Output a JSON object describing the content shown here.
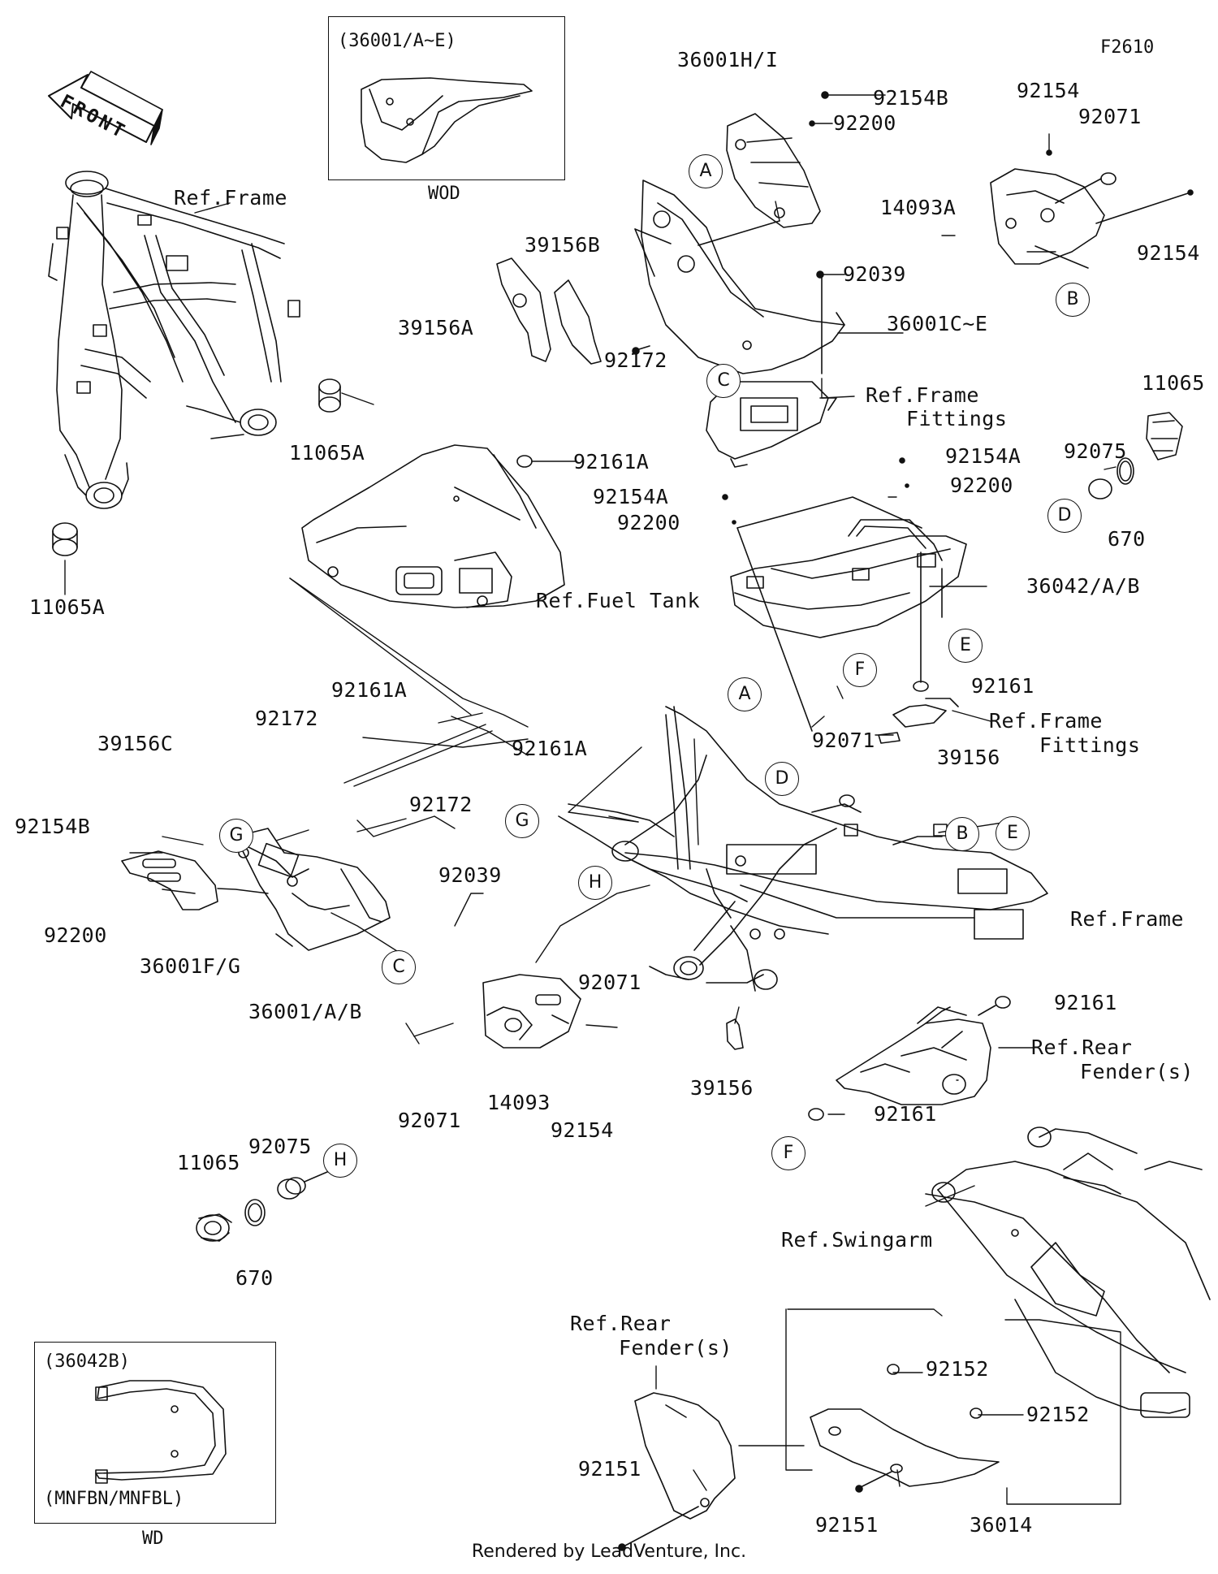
{
  "figure": {
    "code": "F2610",
    "front_label": "FRONT",
    "footer": "Rendered by LeadVenture, Inc.",
    "watermark": "LEADVENTURE"
  },
  "inset_boxes": [
    {
      "title": "(36001/A~E)",
      "caption": "WOD"
    },
    {
      "title": "(36042B)",
      "subtitle": "(MNFBN/MNFBL)",
      "caption": "WD"
    }
  ],
  "callouts": [
    "A",
    "B",
    "C",
    "D",
    "E",
    "F",
    "G",
    "H"
  ],
  "parts": [
    "Ref.Frame",
    "11065A",
    "11065A",
    "36001H/I",
    "92154B",
    "92200",
    "39156B",
    "39156A",
    "92172",
    "92039",
    "36001C~E",
    "Ref.Frame",
    "Fittings",
    "92154",
    "92071",
    "14093A",
    "92154",
    "11065",
    "92075",
    "670",
    "92161A",
    "Ref.Fuel Tank",
    "92154A",
    "92200",
    "92154A",
    "92200",
    "36042/A/B",
    "92161",
    "Ref.Frame",
    "Fittings",
    "39156",
    "92071",
    "92161A",
    "92172",
    "92161A",
    "39156C",
    "92172",
    "92154B",
    "92200",
    "36001F/G",
    "92039",
    "36001/A/B",
    "92071",
    "Ref.Frame",
    "92071",
    "14093",
    "92154",
    "39156",
    "92161",
    "Ref.Rear",
    "Fender(s)",
    "92161",
    "92075",
    "11065",
    "670",
    "Ref.Swingarm",
    "Ref.Rear",
    "Fender(s)",
    "92152",
    "92152",
    "92151",
    "92151",
    "36014"
  ]
}
